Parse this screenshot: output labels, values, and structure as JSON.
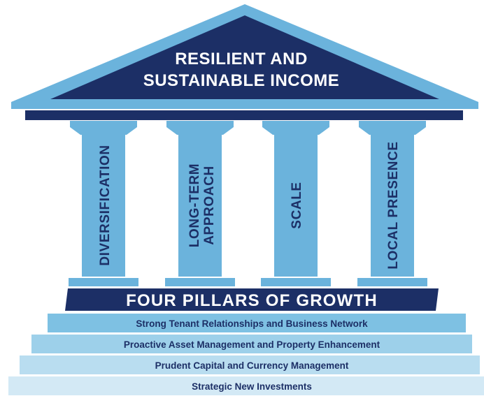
{
  "roof": {
    "title_line1": "RESILIENT AND",
    "title_line2": "SUSTAINABLE INCOME"
  },
  "pillars": [
    {
      "line1": "DIVERSIFICATION",
      "line2": ""
    },
    {
      "line1": "LONG-TERM",
      "line2": "APPROACH"
    },
    {
      "line1": "SCALE",
      "line2": ""
    },
    {
      "line1": "LOCAL PRESENCE",
      "line2": ""
    }
  ],
  "banner": {
    "label": "FOUR PILLARS OF GROWTH"
  },
  "steps": [
    {
      "label": "Strong Tenant Relationships and Business Network"
    },
    {
      "label": "Proactive Asset Management and Property Enhancement"
    },
    {
      "label": "Prudent Capital and Currency Management"
    },
    {
      "label": "Strategic New Investments"
    }
  ],
  "colors": {
    "navy": "#1c2f66",
    "light_blue": "#6bb3dc",
    "step1": "#7ec1e3",
    "step2": "#9dd0ea",
    "step3": "#b9ddf0",
    "step4": "#d3e9f5"
  }
}
